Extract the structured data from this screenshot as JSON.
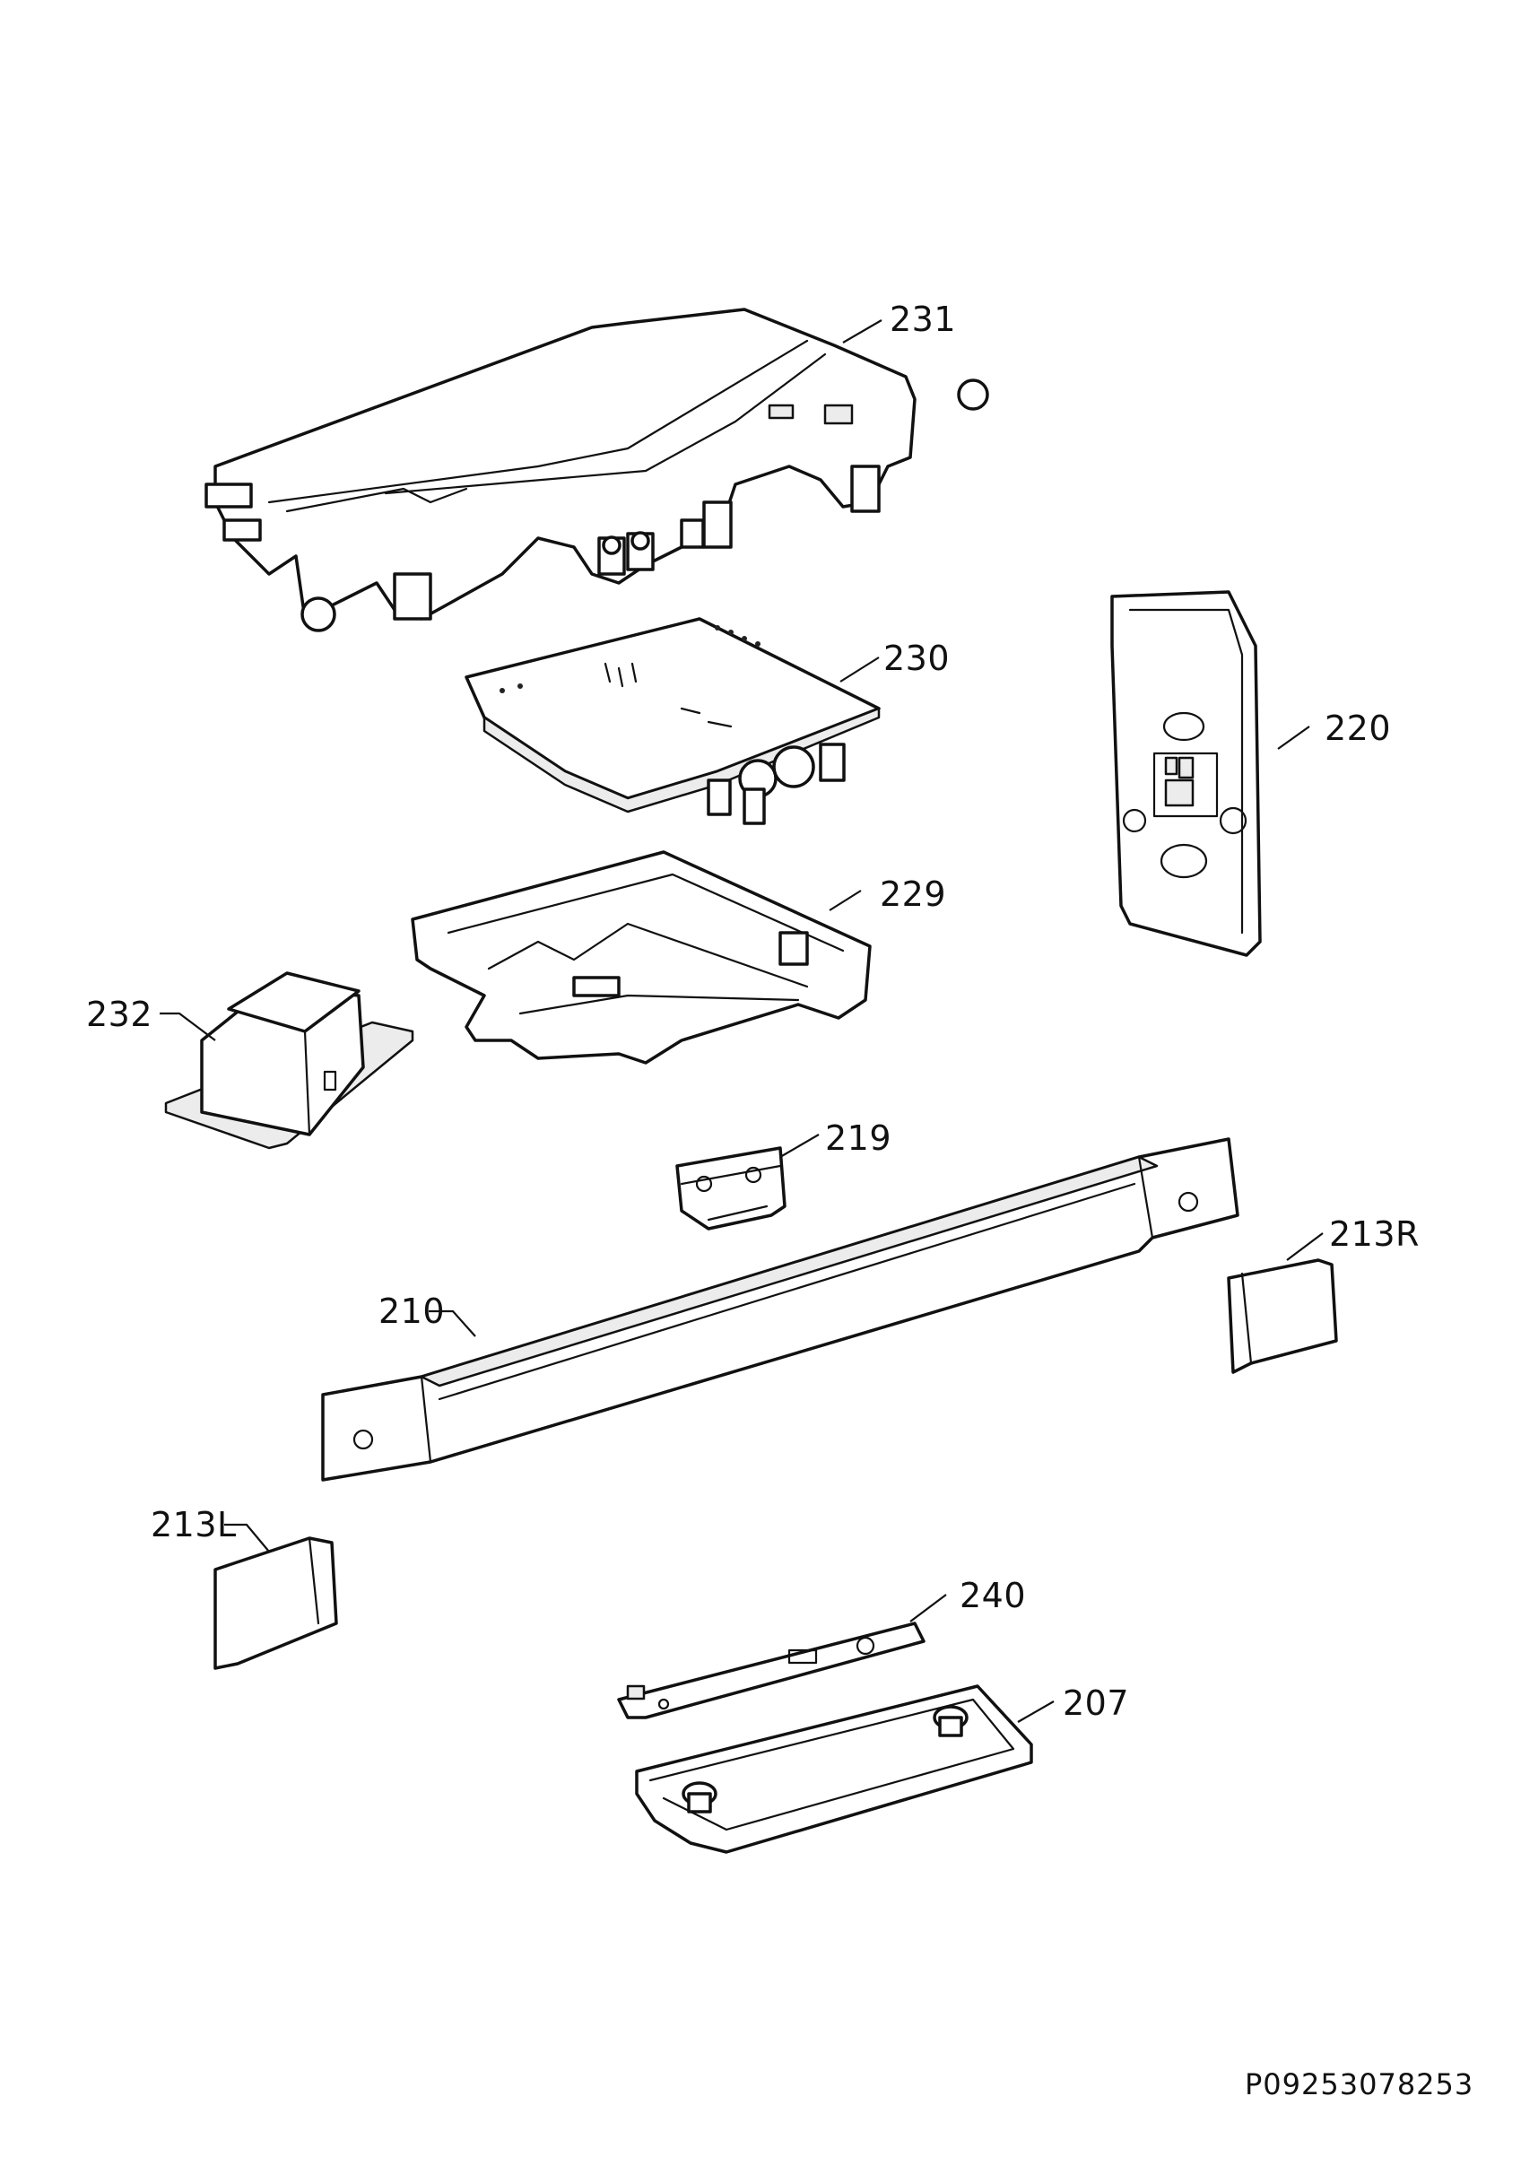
{
  "diagram": {
    "callouts": {
      "p231": "231",
      "p230": "230",
      "p220": "220",
      "p229": "229",
      "p232": "232",
      "p219": "219",
      "p213R": "213R",
      "p210": "210",
      "p213L": "213L",
      "p240": "240",
      "p207": "207"
    },
    "document_id": "P09253078253"
  }
}
